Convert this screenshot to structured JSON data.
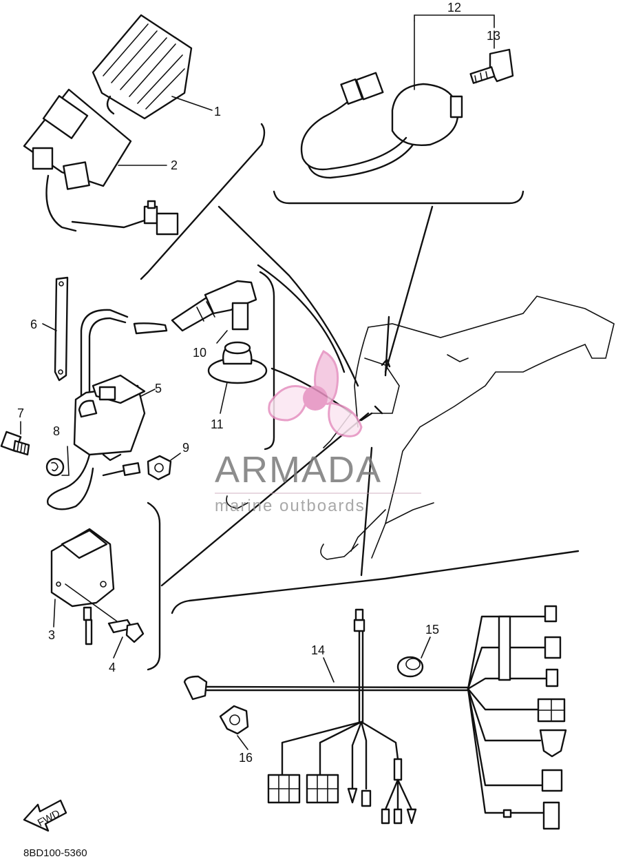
{
  "callouts": [
    {
      "id": "1",
      "label": "1"
    },
    {
      "id": "2",
      "label": "2"
    },
    {
      "id": "3",
      "label": "3"
    },
    {
      "id": "4",
      "label": "4"
    },
    {
      "id": "5",
      "label": "5"
    },
    {
      "id": "6",
      "label": "6"
    },
    {
      "id": "7",
      "label": "7"
    },
    {
      "id": "8",
      "label": "8"
    },
    {
      "id": "9",
      "label": "9"
    },
    {
      "id": "10",
      "label": "10"
    },
    {
      "id": "11",
      "label": "11"
    },
    {
      "id": "12",
      "label": "12"
    },
    {
      "id": "13",
      "label": "13"
    },
    {
      "id": "14",
      "label": "14"
    },
    {
      "id": "15",
      "label": "15"
    },
    {
      "id": "16",
      "label": "16"
    }
  ],
  "fwd_label": "FWD",
  "reference_code": "8BD100-5360",
  "watermark": {
    "brand": "ARMADA",
    "tagline": "marine outboards",
    "logo_color": "#e58fbf",
    "text_color": "#7a7a7a"
  }
}
